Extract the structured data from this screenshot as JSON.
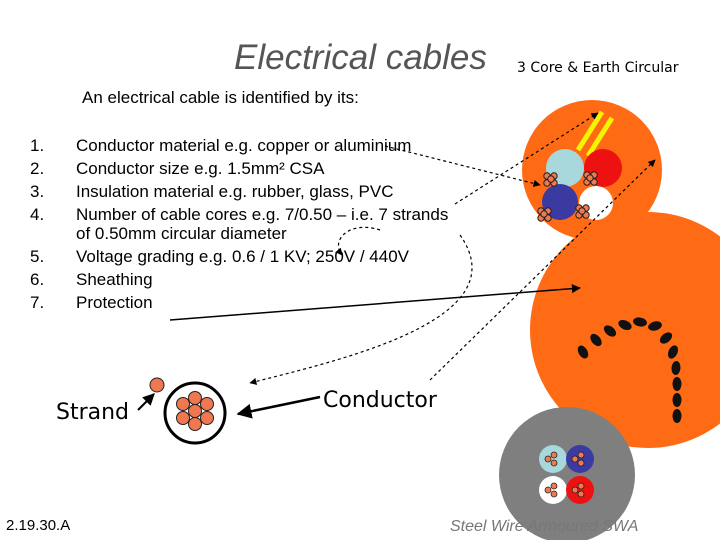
{
  "slide": {
    "title": "Electrical cables",
    "subtitle": "3 Core & Earth Circular",
    "intro": "An electrical cable is identified by its:",
    "items": [
      {
        "num": "1.",
        "text": "Conductor material e.g. copper or aluminium"
      },
      {
        "num": "2.",
        "text": "Conductor size e.g. 1.5mm² CSA"
      },
      {
        "num": "3.",
        "text": "Insulation material e.g. rubber, glass, PVC"
      },
      {
        "num": "4.",
        "text": "Number of cable cores e.g. 7/0.50 – i.e. 7 strands of 0.50mm circular diameter"
      },
      {
        "num": "5.",
        "text": "Voltage grading e.g. 0.6 / 1 KV; 250V / 440V"
      },
      {
        "num": "6.",
        "text": "Sheathing"
      },
      {
        "num": "7.",
        "text": "Protection"
      }
    ],
    "strand_label": "Strand",
    "conductor_label": "Conductor",
    "slide_code": "2.19.30.A",
    "swa_label": "Steel Wire Armoured  SWA"
  },
  "colors": {
    "sheath_orange": "#ff6a14",
    "copper": "#f07850",
    "swa_grey": "#7f7f7f",
    "core_lightblue": "#a8d8dc",
    "core_red": "#ee1111",
    "core_blue": "#3a3aa0",
    "core_white": "#ffffff",
    "earth_yellow": "#f4f400",
    "title_grey": "#555555"
  }
}
